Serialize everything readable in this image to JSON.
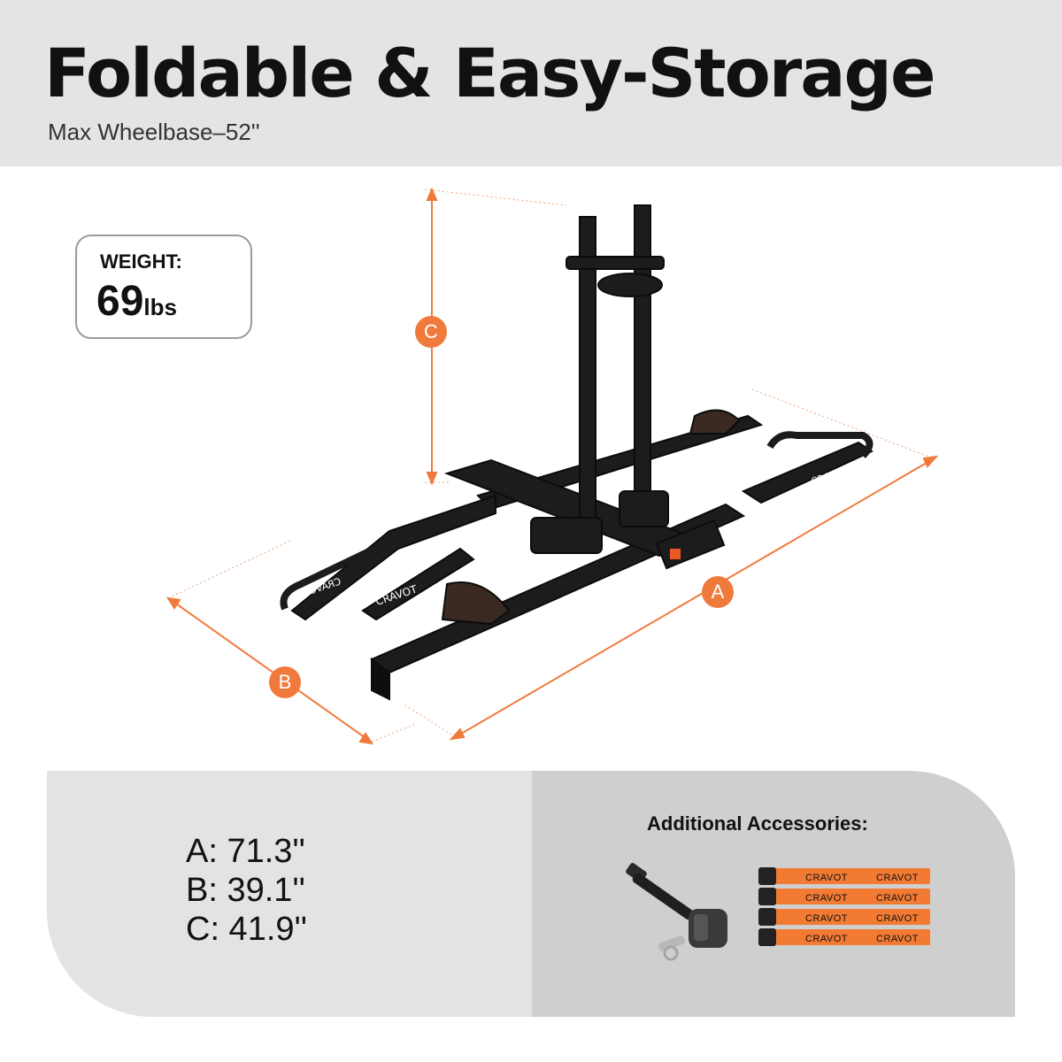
{
  "header": {
    "title": "Foldable & Easy-Storage",
    "subtitle": "Max Wheelbase–52''"
  },
  "weight": {
    "label": "WEIGHT:",
    "value": "69",
    "unit": "lbs"
  },
  "diagram": {
    "badges": {
      "a": "A",
      "b": "B",
      "c": "C"
    },
    "branding": {
      "cravot": "CRAVOT",
      "cravot_mirrored": "CRAVOT"
    },
    "accent_color": "#f07a3c"
  },
  "dimensions": [
    {
      "text": "A: 71.3''"
    },
    {
      "text": "B: 39.1''"
    },
    {
      "text": "C: 41.9''"
    }
  ],
  "accessories": {
    "title": "Additional Accessories:",
    "strap_brand": "CRAVOT",
    "strap_color": "#f27a33",
    "items": [
      "hitch-lock-pin-icon",
      "strap-icon"
    ]
  }
}
